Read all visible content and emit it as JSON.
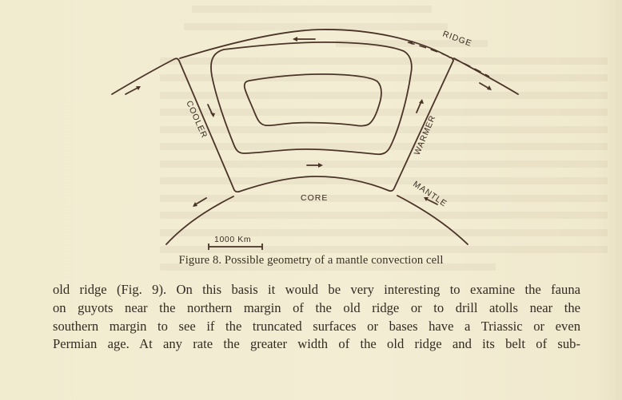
{
  "figure": {
    "labels": {
      "ridge": "RIDGE",
      "cooler": "COOLER",
      "warmer": "WARMER",
      "core": "CORE",
      "mantle": "MANTLE"
    },
    "scale_bar": "1000 Km",
    "caption": "Figure 8. Possible geometry of a mantle convection cell",
    "colors": {
      "ink": "#4a3428",
      "paper": "#f2ecd2",
      "text": "#352a22"
    }
  },
  "body": {
    "lines": [
      "old ridge (Fig. 9). On this basis it would be very interesting to examine the fauna",
      "on guyots near the northern margin of the old ridge or to drill atolls near the",
      "southern margin to see if the truncated surfaces or bases have a Triassic or even",
      "Permian age. At any rate the greater width of the old ridge and its belt of sub-"
    ]
  }
}
